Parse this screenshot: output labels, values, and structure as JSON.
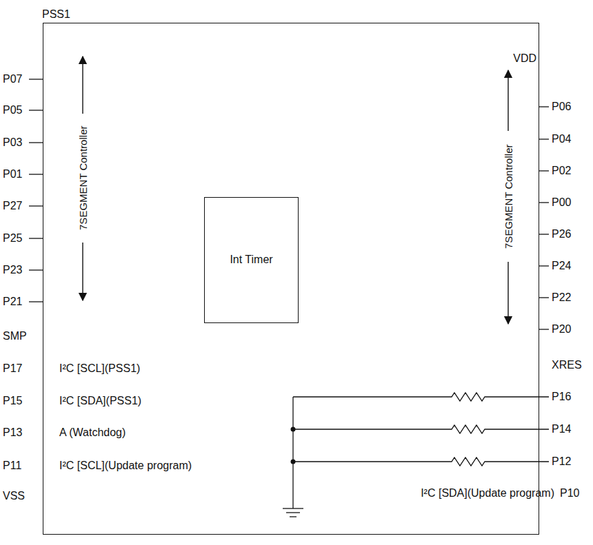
{
  "diagram": {
    "nodes": [
      {
        "text": [
          "PSS1"
        ]
      },
      {
        "text": [
          "Int Timer"
        ],
        "in": 0
      }
    ],
    "edges": [],
    "labels": [
      "P07",
      "P05",
      "P03",
      "P01",
      "P27",
      "P25",
      "P23",
      "P21",
      "SMP",
      "P17",
      "P15",
      "P13",
      "P11",
      "VSS",
      "VDD",
      "P06",
      "P04",
      "P02",
      "P00",
      "P26",
      "P24",
      "P22",
      "P20",
      "XRES",
      "P16",
      "P14",
      "P12",
      "P10",
      "7SEGMENT Controller",
      "7SEGMENT Controller",
      "I²C [SCL](PSS1)",
      "I²C [SDA](PSS1)",
      "A (Watchdog)",
      "I²C [SCL](Update program)",
      "I²C [SDA](Update program)"
    ]
  }
}
